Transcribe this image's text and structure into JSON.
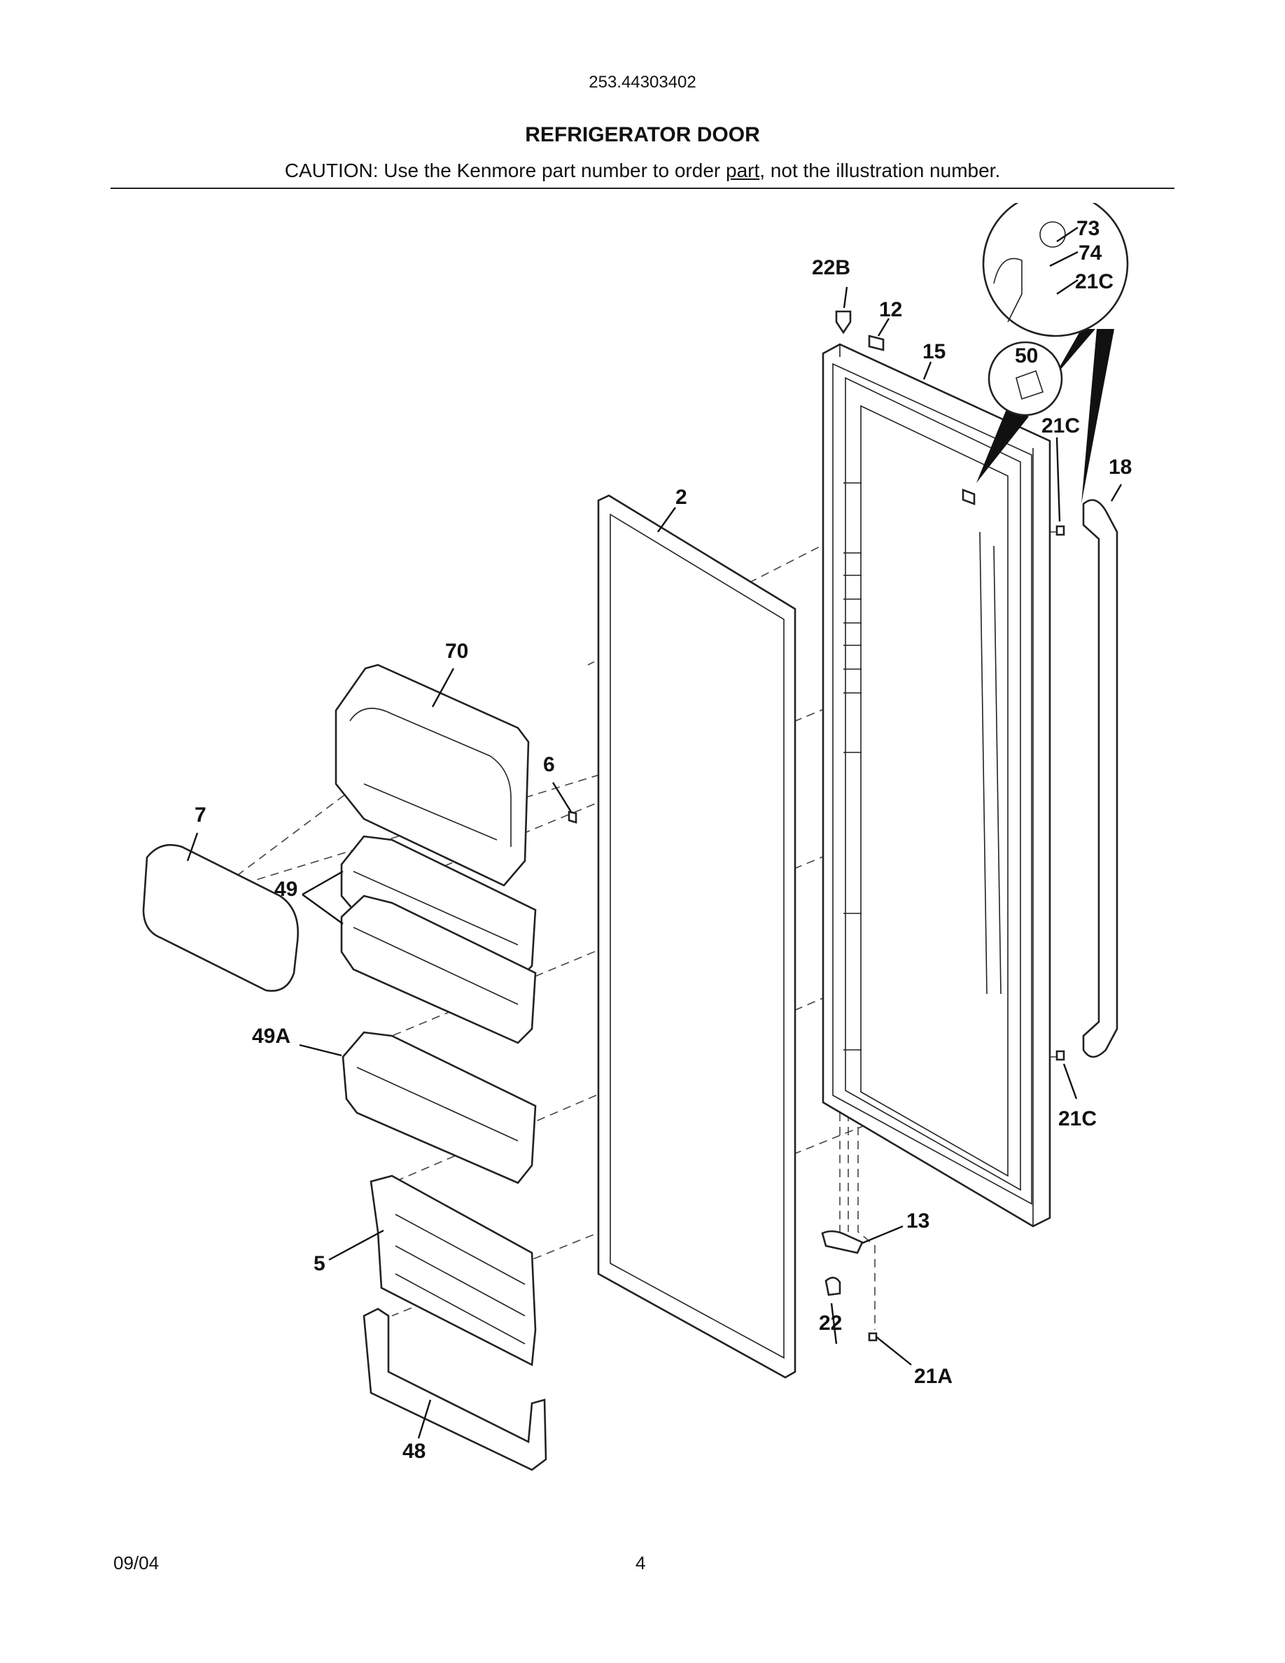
{
  "header": {
    "model_number": "253.44303402",
    "title": "REFRIGERATOR DOOR",
    "caution_prefix": "CAUTION: Use the Kenmore part number to order ",
    "caution_underlined": "part",
    "caution_suffix": ", not the illustration number."
  },
  "callouts": [
    "73",
    "74",
    "21C",
    "22B",
    "12",
    "15",
    "50",
    "21C",
    "18",
    "2",
    "70",
    "6",
    "7",
    "49",
    "49A",
    "21C",
    "13",
    "5",
    "22",
    "21A",
    "48"
  ],
  "footer": {
    "date": "09/04",
    "page": "4"
  }
}
